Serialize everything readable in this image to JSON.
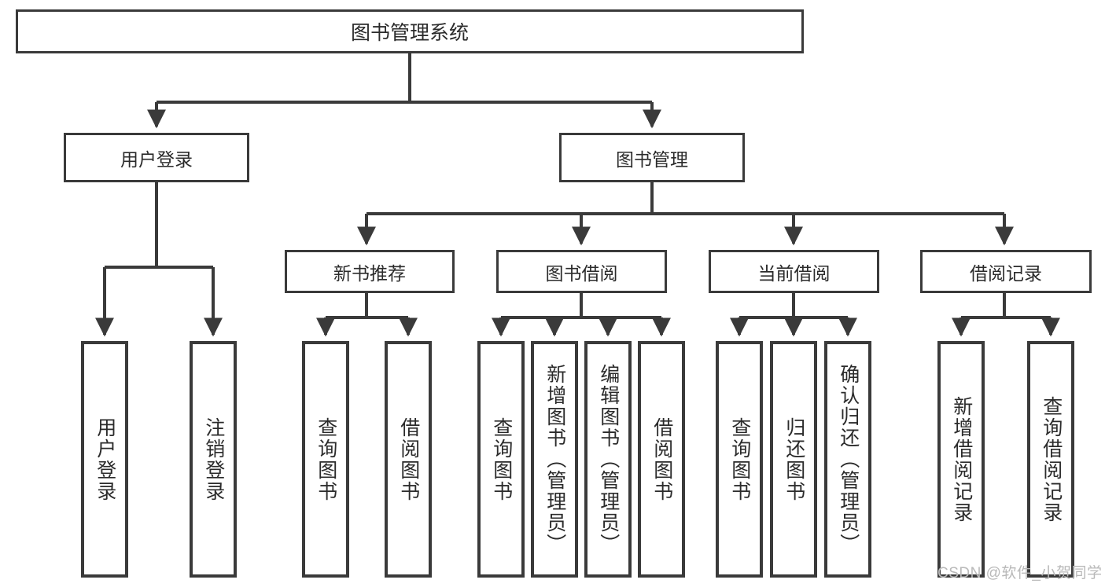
{
  "diagram": {
    "type": "tree",
    "title": "图书管理系统",
    "root": {
      "label": "图书管理系统"
    },
    "level2": [
      {
        "label": "用户登录"
      },
      {
        "label": "图书管理"
      }
    ],
    "level3": [
      {
        "label": "新书推荐"
      },
      {
        "label": "图书借阅"
      },
      {
        "label": "当前借阅"
      },
      {
        "label": "借阅记录"
      }
    ],
    "leaves": {
      "user_login": [
        {
          "label": "用户登录"
        },
        {
          "label": "注销登录"
        }
      ],
      "new_book_recommend": [
        {
          "label": "查询图书"
        },
        {
          "label": "借阅图书"
        }
      ],
      "book_borrow": [
        {
          "label": "查询图书"
        },
        {
          "label": "新增图书（管理员）"
        },
        {
          "label": "编辑图书（管理员）"
        },
        {
          "label": "借阅图书"
        }
      ],
      "current_borrow": [
        {
          "label": "查询图书"
        },
        {
          "label": "归还图书"
        },
        {
          "label": "确认归还（管理员）"
        }
      ],
      "borrow_record": [
        {
          "label": "新增借阅记录"
        },
        {
          "label": "查询借阅记录"
        }
      ]
    }
  },
  "watermark": {
    "text": "CSDN @软件_小贺同学"
  },
  "colors": {
    "stroke": "#3a3a3a",
    "box_fill": "#ffffff",
    "text": "#2b2b2b",
    "watermark": "#b9b9b9",
    "background": "#ffffff"
  }
}
